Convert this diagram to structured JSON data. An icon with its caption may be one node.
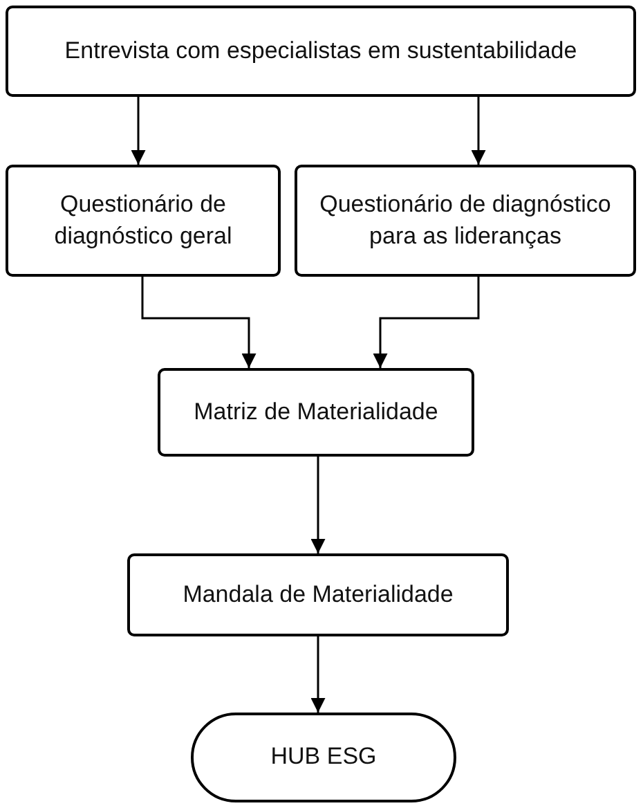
{
  "diagram": {
    "nodes": [
      {
        "text": [
          "Entrevista com especialistas em sustentabilidade"
        ]
      },
      {
        "text": [
          "Questionário de diagnóstico geral"
        ]
      },
      {
        "text": [
          "Questionário de diagnóstico para as lideranças"
        ]
      },
      {
        "text": [
          "Matriz de Materialidade"
        ]
      },
      {
        "text": [
          "Mandala de Materialidade"
        ]
      },
      {
        "text": [
          "HUB ESG"
        ]
      }
    ],
    "edges": [
      {
        "from": 0,
        "to": 1,
        "arrow": "to"
      },
      {
        "from": 0,
        "to": 2,
        "arrow": "to"
      },
      {
        "from": 1,
        "to": 3,
        "arrow": "to"
      },
      {
        "from": 2,
        "to": 3,
        "arrow": "to"
      },
      {
        "from": 3,
        "to": 4,
        "arrow": "to"
      },
      {
        "from": 4,
        "to": 5,
        "arrow": "to"
      }
    ]
  }
}
